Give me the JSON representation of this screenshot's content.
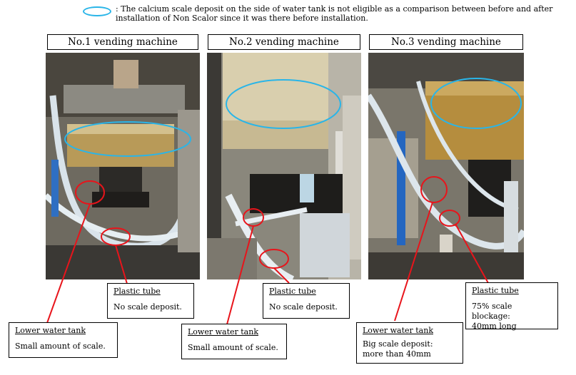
{
  "legend": {
    "text": ": The calcium scale deposit on the side of water tank is not eligible as a comparison between before and after installation of Non Scalor since it was there before installation."
  },
  "machines": [
    {
      "title": "No.1 vending machine",
      "tube": {
        "title": "Plastic tube",
        "body": "No scale deposit."
      },
      "tank": {
        "title": "Lower water tank",
        "body": "Small amount of scale."
      }
    },
    {
      "title": "No.2 vending machine",
      "tube": {
        "title": "Plastic tube",
        "body": "No scale deposit."
      },
      "tank": {
        "title": "Lower water tank",
        "body": "Small amount of scale."
      }
    },
    {
      "title": "No.3 vending machine",
      "tube": {
        "title": "Plastic tube",
        "body": "75% scale blockage:\n40mm long"
      },
      "tank": {
        "title": "Lower water tank",
        "body": "Big scale deposit:\nmore than 40mm"
      }
    }
  ],
  "colors": {
    "highlight_oval": "#29b5e8",
    "callout_marker": "#e8141b"
  }
}
